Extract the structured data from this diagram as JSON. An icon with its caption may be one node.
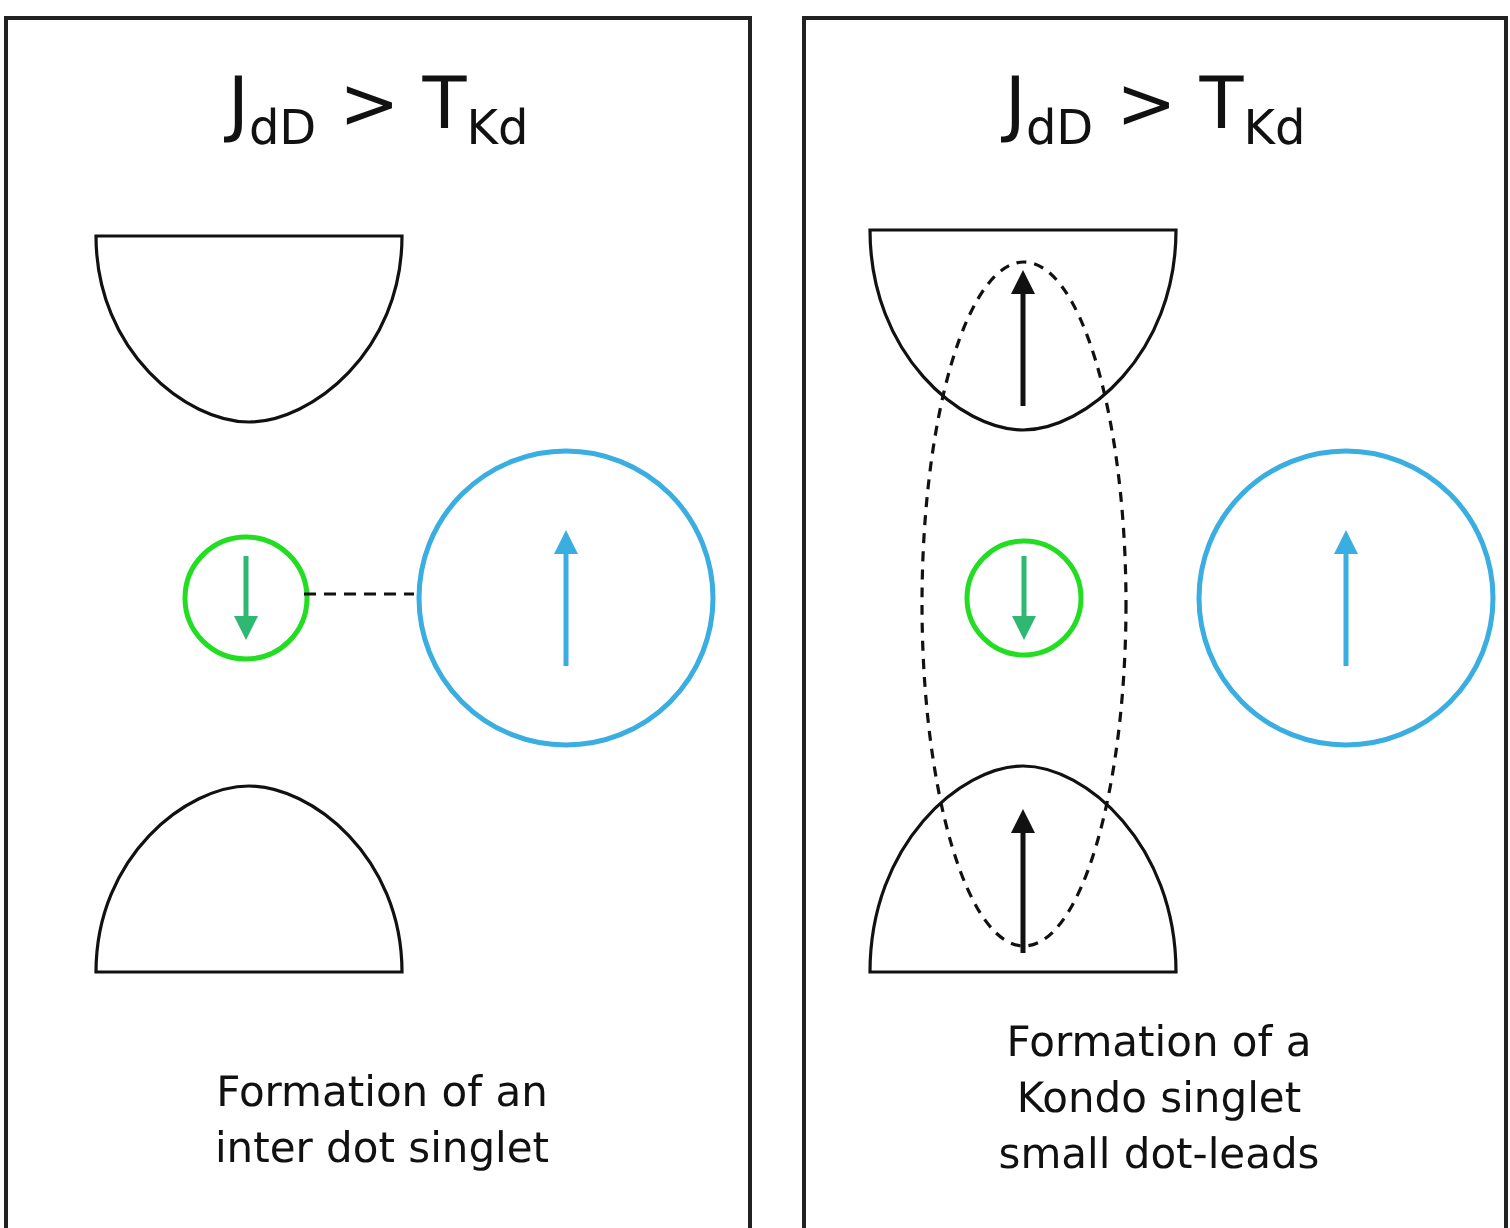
{
  "diagram": {
    "nodes": [
      {
        "text": [
          "J$_{dD}$ > T$_{Kd}$",
          "Formation of an inter dot singlet"
        ]
      },
      {
        "text": [],
        "shape": "bowl",
        "in": 0
      },
      {
        "text": [],
        "shape": "circle",
        "in": 0
      },
      {
        "text": [],
        "shape": "circle",
        "in": 0
      },
      {
        "text": [],
        "shape": "dome",
        "in": 0
      },
      {
        "text": [
          "J$_{dD}$ > T$_{Kd}$",
          "Formation of a Kondo singlet small dot-leads"
        ]
      },
      {
        "text": [],
        "shape": "bowl",
        "in": 5
      },
      {
        "text": [],
        "shape": "ellipse",
        "in": 5
      },
      {
        "text": [],
        "shape": "circle",
        "in": 7
      },
      {
        "text": [],
        "shape": "circle",
        "in": 5
      },
      {
        "text": [],
        "shape": "dome",
        "in": 5
      }
    ],
    "edges": [
      {
        "from": 2,
        "to": 3,
        "arrow": "none",
        "style": "dashed"
      }
    ]
  }
}
